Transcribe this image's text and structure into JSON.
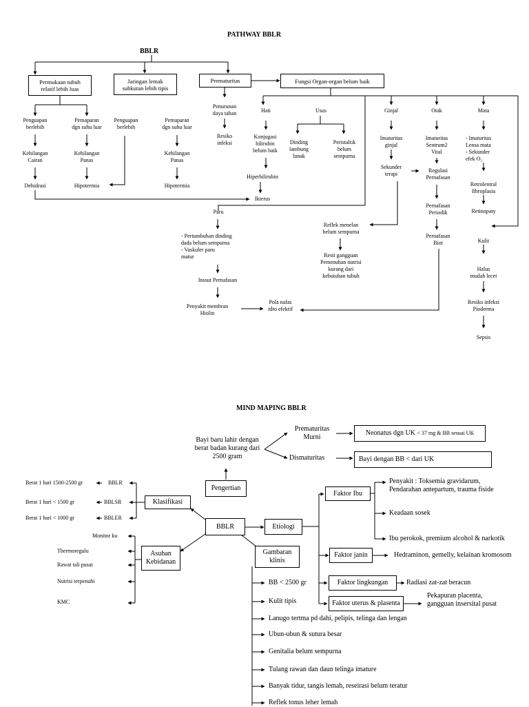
{
  "pathway": {
    "title": "PATHWAY BBLR",
    "root": "BBLR",
    "permukaan": "Permukaan tubuh\nrelatif  lebih luas",
    "jaringan": "Jaringan lemak\nsubkutan lebih tipis",
    "prematuritas": "Prematuritas",
    "fungsi": "Fungsi Organ-organ belum baik",
    "penguapan1": "Penguapan\nberlebih",
    "pemaparan1": "Pemaparan\ndgn suhu luar",
    "penguapan2": "Penguapan\nberlebih",
    "pemaparan2": "Pemaparan\ndgn suhu luar",
    "kehilangan_cairan": "Kehilangan\nCairan",
    "kehilangan_panas1": "Kehilangan\nPanas",
    "kehilangan_panas2": "Kehilangan\nPanas",
    "dehidrasi": "Dehidrasi",
    "hipotermia1": "Hipotermia",
    "hipotermia2": "Hipotermia",
    "penurunan": "Penurunan\ndaya tahan",
    "resiko_infeksi": "Resiko\ninfeksi",
    "hati": "Hati",
    "usus": "Usus",
    "konjugasi": "Konjugasi\nbilirubin\nbelum baik",
    "hiperbilirubin": "Hiperbilirubin",
    "ikterus": "Ikterus",
    "dinding": "Dinding\nlambung\nlunak",
    "peristaltik": "Peristaltik\nbelum\nsempurna",
    "ginjal": "Ginjal",
    "otak": "Otak",
    "mata": "Mata",
    "imaturitas_ginjal": "Imaturitas\nginjal",
    "sekunder_terapi": "Sekunder\nterapi",
    "imaturitas_sentrum": "Imaturitas\nSentrum2\nVital",
    "regulasi": "Regulasi\nPernafasan",
    "pernafasan_periodik": "Pernafasan\nPeriodik",
    "pernafasan_biot": "Pernafasan\nBiot",
    "mata_list": "- Imaturitas\n  Lensa mata\n- Sekunder\n  efek O₂",
    "retrolentral": "Retrolentral\nfibroplasia",
    "retinopaty": "Retinopaty",
    "kulit": "Kulit",
    "halus": "Halus\nmudah lecet",
    "resiko_pioderma": "Resiko infeksi\nPioderma",
    "sepsis": "Sepsis",
    "paru": "Paru",
    "paru_list": "- Pertumbuhan dinding\n  dada belum sempurna\n- Vaskuler paru\n  matur",
    "inssut": "Inssut Pernafasan",
    "penyakit_membran": "Penyakit  membran\nHiolin",
    "pola_nafas": "Pola nafas\nidro efektif",
    "reflek_menelan": "Reflek menelan\nbelum sempurna",
    "resti": "Resti gangguan\nPemenuhan nutrisi\nkurang dari\nkebutuhan tubuh"
  },
  "mindmap": {
    "title": "MIND MAPING BBLR",
    "center": "BBLR",
    "pengertian": "Pengertian",
    "pengertian_text": "Bayi baru lahir dengan\nberat badan kurang dari\n2500 gram",
    "prematuritas_murni": "Prematuritas\nMurni",
    "dismaturitas": "Dismaturitas",
    "neonatus": "Neonatus dgn UK",
    "neonatus_small": "< 37 mg & BB sesuai UK",
    "bayi_dengan": "Bayi dengan BB < dari UK",
    "klasifikasi": "Klasifikasi",
    "klas_items": [
      {
        "desc": "Berat 1 hari 1500-2500 gr",
        "code": "BBLR"
      },
      {
        "desc": "Berat 1 hari < 1500 gr",
        "code": "BBLSR"
      },
      {
        "desc": "Berat 1 hari < 1000 gr",
        "code": "BBLER"
      }
    ],
    "asuhan": "Asuhan\nKebidanan",
    "asuhan_items": [
      "Monitor ku",
      "Thermoregulu",
      "Rawat tali pusat",
      "Nutrisi terpenuhi",
      "KMC"
    ],
    "etiologi": "Etiologi",
    "faktor_ibu": "Faktor Ibu",
    "ibu_items": [
      "Penyakit : Toksemia gravidarum,\nPendarahan antepartum, trauma fiside",
      "Keadaan sosek",
      "Ibu perokok, premium alcohol &  narkotik"
    ],
    "faktor_janin": "Faktor janin",
    "janin_text": "Hedraminon, gemelly, kelainan kromosom",
    "faktor_lingkungan": "Faktor lingkungan",
    "lingkungan_text": "Radiasi zat-zat beracun",
    "faktor_uterus": "Faktor  uterus & plasenta",
    "uterus_text": "Pekapuran placenta,\ngangguan insersital pusat",
    "gambaran": "Gambaran\nklinis",
    "gambaran_items": [
      "BB < 2500 gr",
      "Kulit tipis",
      "Lanugo tertma pd dahi, pelipis, telinga dan lengan",
      "Ubun-ubun & sutura besar",
      "Genitalia belum sempurna",
      "Tulang  rawan  dan daun telinga imature",
      "Banyak tidur, tangis lemah, reseirasi belum teratur",
      "Reflek tonus leher lemah"
    ]
  }
}
